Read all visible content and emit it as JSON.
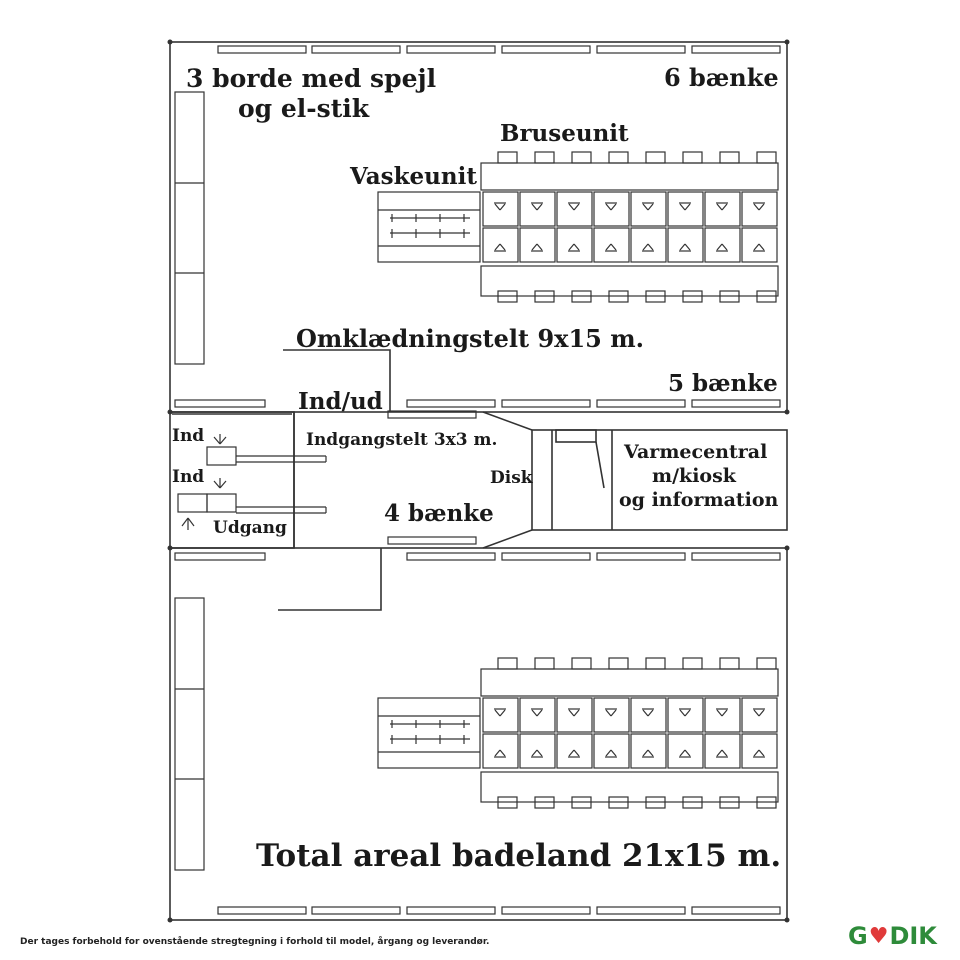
{
  "labels": {
    "borde_line1": "3 borde med spejl",
    "borde_line2": "og el-stik",
    "baenke_6": "6 bænke",
    "bruseunit": "Bruseunit",
    "vaskeunit": "Vaskeunit",
    "omklaedning": "Omklædningstelt 9x15 m.",
    "baenke_5": "5 bænke",
    "ind_ud": "Ind/ud",
    "ind_1": "Ind",
    "ind_2": "Ind",
    "indgangstelt": "Indgangstelt 3x3 m.",
    "disk": "Disk",
    "varme_line1": "Varmecentral",
    "varme_line2": "m/kiosk",
    "varme_line3": "og information",
    "udgang": "Udgang",
    "baenke_4": "4 bænke",
    "total": "Total areal badeland 21x15 m."
  },
  "footer": {
    "disclaimer": "Der tages forbehold for ovenstående stregtegning i forhold til model, årgang og leverandør.",
    "logo_left": "G",
    "logo_heart": "♥",
    "logo_right": "DIK"
  },
  "colors": {
    "line": "#333333",
    "logo_green": "#2e8b3a",
    "logo_red": "#e03a3a"
  }
}
